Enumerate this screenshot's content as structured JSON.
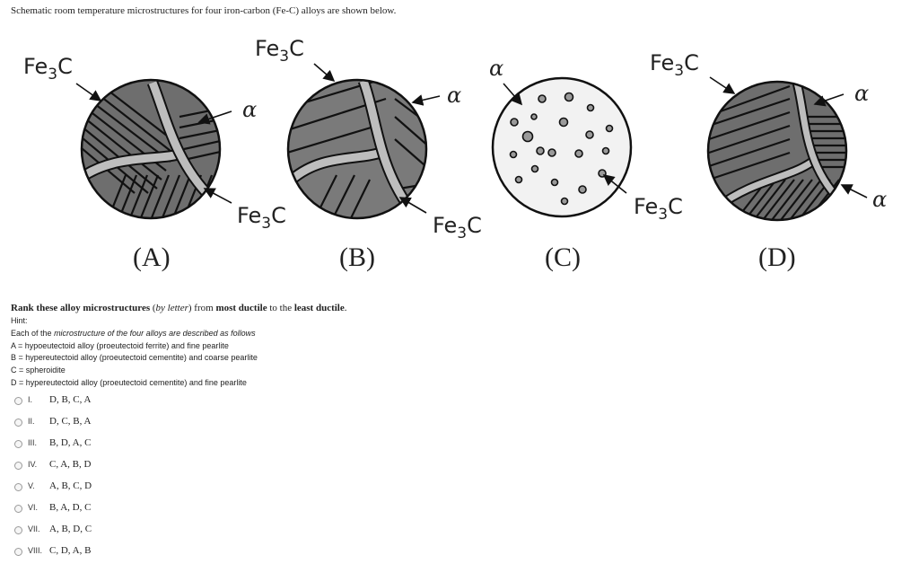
{
  "intro": "Schematic room temperature microstructures for four iron-carbon (Fe-C) alloys are shown below.",
  "figure": {
    "fe3c": "Fe3C",
    "alpha": "α",
    "panels": [
      "(A)",
      "(B)",
      "(C)",
      "(D)"
    ]
  },
  "question": {
    "bold1": "Rank these alloy microstructures",
    "mid1": "(",
    "italic1": "by letter",
    "mid2": ") from",
    "bold2": "most ductile",
    "mid3": "to the",
    "bold3": "least ductile",
    "end": "."
  },
  "hint": {
    "label": "Hint:",
    "line1_pre": "Each of the",
    "line1_italic": "microstructure of the four alloys are described as follows",
    "lines": [
      "A = hypoeutectoid alloy (proeutectoid ferrite) and fine pearlite",
      "B = hypereutectoid alloy (proeutectoid cementite) and coarse pearlite",
      "C = spheroidite",
      "D = hypereutectoid alloy (proeutectoid cementite) and fine pearlite"
    ]
  },
  "options": [
    {
      "num": "I.",
      "text": "D, B, C, A"
    },
    {
      "num": "II.",
      "text": "D, C, B, A"
    },
    {
      "num": "III.",
      "text": "B, D, A, C"
    },
    {
      "num": "IV.",
      "text": "C, A, B, D"
    },
    {
      "num": "V.",
      "text": "A, B, C, D"
    },
    {
      "num": "VI.",
      "text": "B, A, D, C"
    },
    {
      "num": "VII.",
      "text": "A, B, D, C"
    },
    {
      "num": "VIII.",
      "text": "C, D, A, B"
    }
  ]
}
